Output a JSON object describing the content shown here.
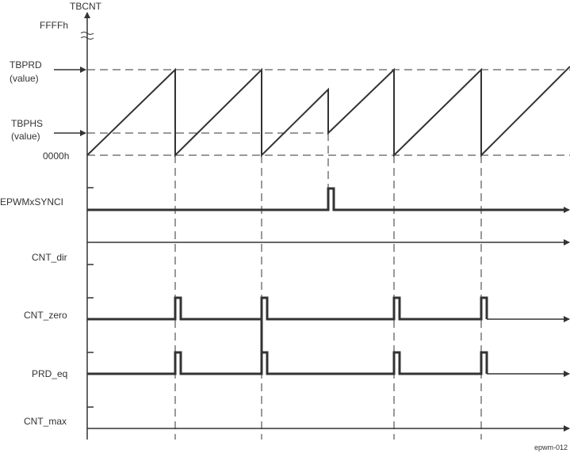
{
  "axis": {
    "title": "TBCNT",
    "ffff": "FFFFh",
    "tbprd": "TBPRD",
    "tbprd_sub": "(value)",
    "tbphs": "TBPHS",
    "tbphs_sub": "(value)",
    "zero": "0000h"
  },
  "signals": [
    {
      "label": "EPWMxSYNCI"
    },
    {
      "label": "CNT_dir"
    },
    {
      "label": "CNT_zero"
    },
    {
      "label": "PRD_eq"
    },
    {
      "label": "CNT_max"
    }
  ],
  "figure_id": "epwm-012",
  "colors": {
    "line": "#333333",
    "background": "#ffffff"
  }
}
